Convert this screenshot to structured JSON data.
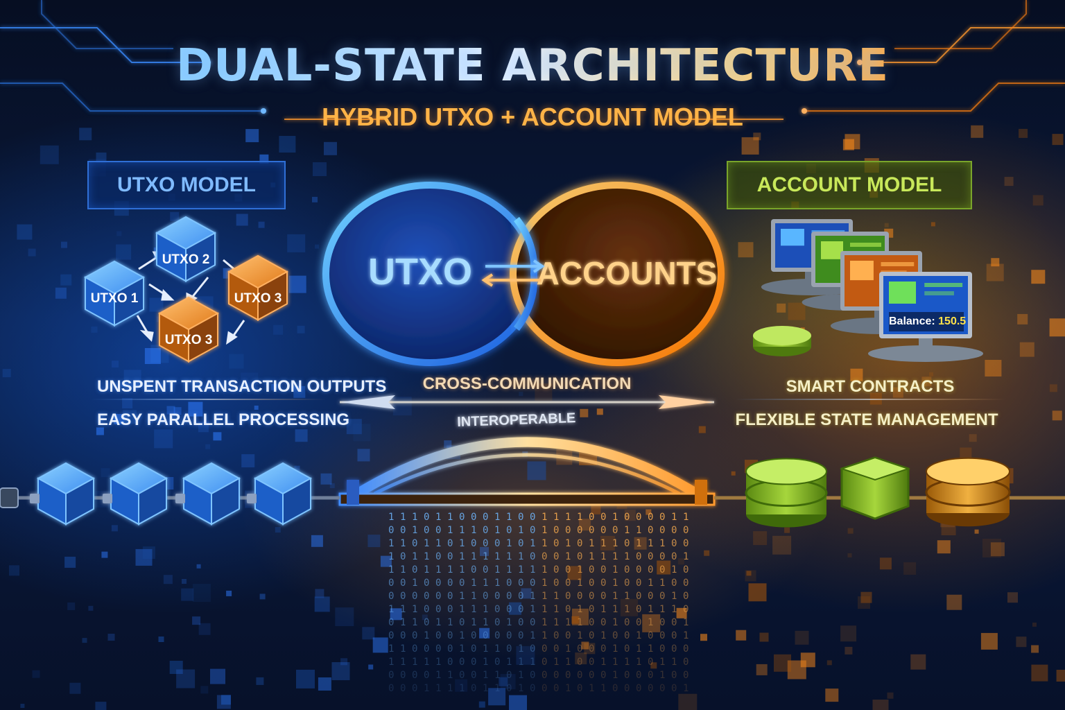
{
  "header": {
    "title": "DUAL-STATE ARCHITECTURE",
    "subtitle": "HYBRID UTXO + ACCOUNT MODEL"
  },
  "left_panel": {
    "label": "UTXO MODEL",
    "nodes": [
      "UTXO 1",
      "UTXO 2",
      "UTXO 3",
      "UTXO 3"
    ],
    "captions": [
      "UNSPENT TRANSACTION OUTPUTS",
      "EASY PARALLEL PROCESSING"
    ]
  },
  "center": {
    "left_ring": "UTXO",
    "right_ring": "ACCOUNTS",
    "caption": "CROSS-COMMUNICATION",
    "bridge_label": "INTEROPERABLE"
  },
  "right_panel": {
    "label": "ACCOUNT MODEL",
    "balance_label": "Balance:",
    "balance_value": "150.5",
    "captions": [
      "SMART CONTRACTS",
      "FLEXIBLE STATE MANAGEMENT"
    ]
  },
  "colors": {
    "utxo_blue": "#2f7bff",
    "account_orange": "#ff8c1a",
    "account_green": "#8cc63f",
    "background": "#050d1e"
  }
}
